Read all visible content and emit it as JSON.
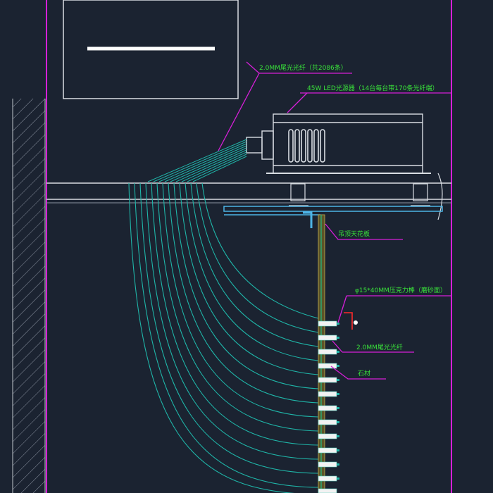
{
  "colors": {
    "background": "#1b2331",
    "fiber": "#1fb5a8",
    "annotation": "#d61fd8",
    "text": "#39e23a",
    "lines": "#d9dde3",
    "ceiling": "#4db4e6",
    "wood": "#7a6a32",
    "red": "#ff2a2a"
  },
  "labels": {
    "fiber_bundle": "2.0MM尾光光纤（共2086条）",
    "light_source": "45W LED光源器（14台每台带170条光纤端）",
    "ceiling_board": "吊顶天花板",
    "pressure_pin": "φ15*40MM压克力棒（磨砂面）",
    "fiber_end": "2.0MM尾光光纤",
    "stone": "石材"
  },
  "icons": {
    "light_source": "led-light-source-icon",
    "wall": "hatched-wall-icon"
  }
}
